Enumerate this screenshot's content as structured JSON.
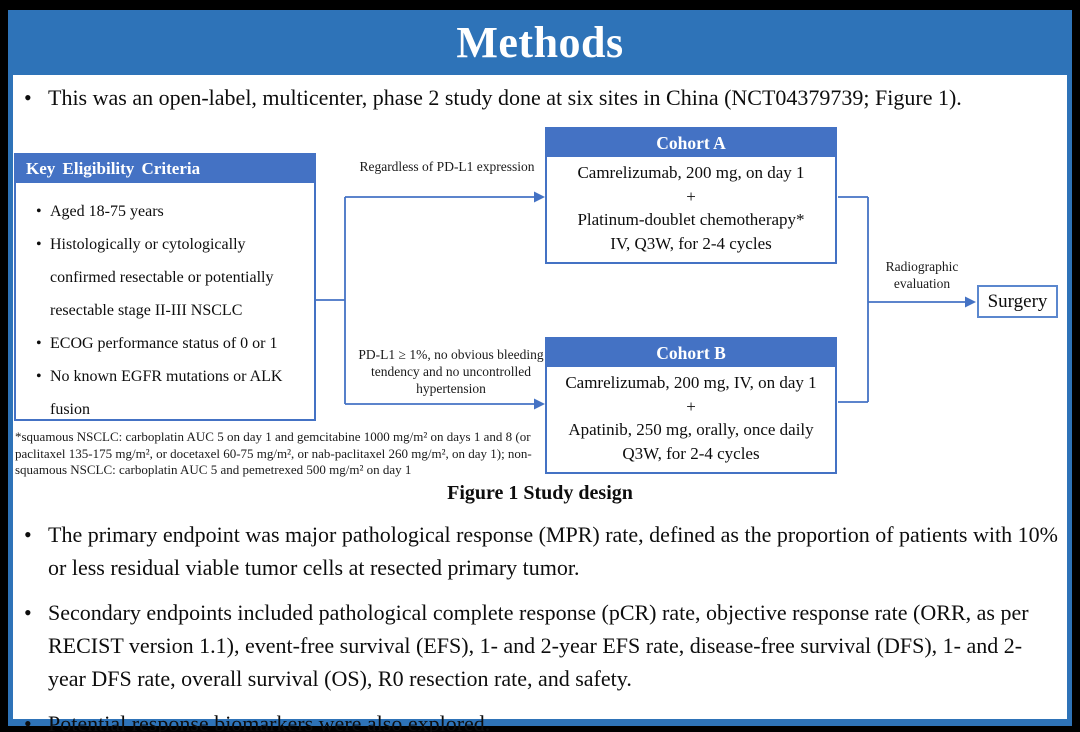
{
  "slide": {
    "title": "Methods",
    "intro_bullet": "This was an open-label, multicenter, phase 2 study done at six sites in China (NCT04379739; Figure 1).",
    "figure_caption": "Figure 1 Study design",
    "endpoint_bullets": [
      "The primary endpoint was major pathological response (MPR) rate, defined as the proportion of patients with 10% or less residual viable tumor cells at resected primary tumor.",
      "Secondary endpoints included pathological complete response (pCR) rate, objective response rate (ORR, as per RECIST version 1.1), event-free survival (EFS), 1- and 2-year EFS rate, disease-free survival (DFS), 1- and 2-year DFS rate, overall survival (OS), R0 resection rate, and safety.",
      "Potential response biomarkers were also explored."
    ]
  },
  "diagram": {
    "eligibility": {
      "title": "Key Eligibility Criteria",
      "items": [
        "Aged 18-75 years",
        "Histologically or cytologically confirmed resectable or potentially resectable stage II-III NSCLC",
        "ECOG performance status of 0 or 1",
        "No known EGFR mutations or ALK fusion"
      ]
    },
    "branch_a_label": "Regardless of PD-L1 expression",
    "branch_b_label": "PD-L1 ≥ 1%, no obvious bleeding tendency and no uncontrolled hypertension",
    "cohort_a": {
      "title": "Cohort A",
      "lines": [
        "Camrelizumab, 200 mg, on day 1",
        "+",
        "Platinum-doublet chemotherapy*",
        "IV, Q3W, for 2-4 cycles"
      ]
    },
    "cohort_b": {
      "title": "Cohort B",
      "lines": [
        "Camrelizumab, 200 mg, IV, on day 1",
        "+",
        "Apatinib, 250 mg, orally, once daily",
        "Q3W, for 2-4 cycles"
      ]
    },
    "evaluation_label": "Radiographic evaluation",
    "surgery_label": "Surgery",
    "footnote": "*squamous NSCLC: carboplatin AUC 5 on day 1 and gemcitabine 1000 mg/m² on days 1 and 8 (or paclitaxel 135-175 mg/m², or docetaxel 60-75 mg/m², or nab-paclitaxel 260 mg/m², on day 1); non-squamous NSCLC: carboplatin AUC 5 and pemetrexed 500 mg/m² on day 1"
  },
  "colors": {
    "banner_blue": "#2e73b8",
    "header_blue": "#4472c4",
    "connector_blue": "#4472c4",
    "surgery_border_blue": "#5b87ce"
  }
}
